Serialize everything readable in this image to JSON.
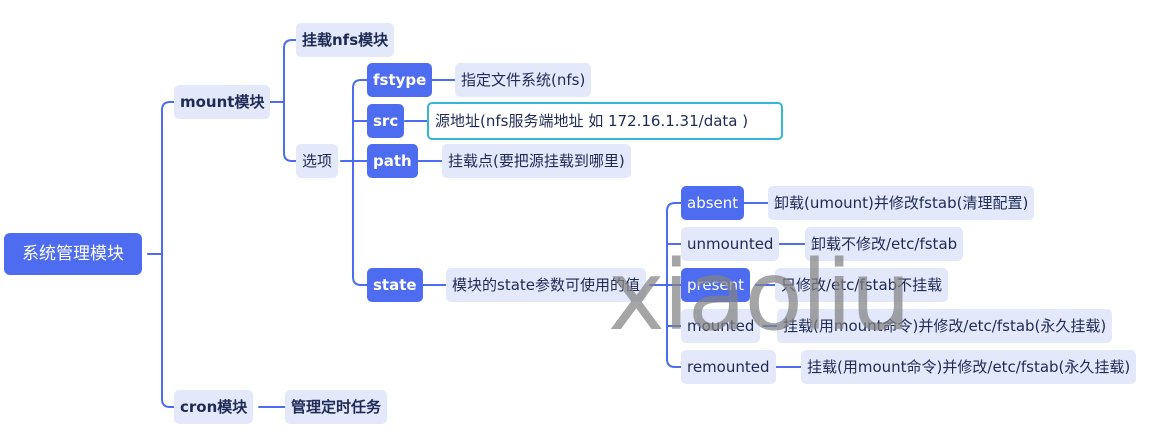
{
  "root": "系统管理模块",
  "mount": {
    "label": "mount模块",
    "nfs": "挂载nfs模块",
    "options": "选项",
    "fstype": {
      "label": "fstype",
      "desc": "指定文件系统(nfs)"
    },
    "src": {
      "label": "src",
      "desc": "源地址(nfs服务端地址  如  172.16.1.31/data )"
    },
    "path": {
      "label": "path",
      "desc": "挂载点(要把源挂载到哪里)"
    },
    "state": {
      "label": "state",
      "desc": "模块的state参数可使用的值",
      "values": [
        {
          "label": "absent",
          "desc": "卸载(umount)并修改fstab(清理配置)"
        },
        {
          "label": "unmounted",
          "desc": "卸载不修改/etc/fstab"
        },
        {
          "label": "present",
          "desc": "只修改/etc/fstab不挂载"
        },
        {
          "label": "mounted",
          "desc": "挂载(用mount命令)并修改/etc/fstab(永久挂载)"
        },
        {
          "label": "remounted",
          "desc": "挂载(用mount命令)并修改/etc/fstab(永久挂载)"
        }
      ]
    }
  },
  "cron": {
    "label": "cron模块",
    "desc": "管理定时任务"
  },
  "watermark": "xiaoliu",
  "colors": {
    "line": "#4d6cf0",
    "node_dark": "#4d6cf0",
    "node_light": "#e3e8fb",
    "selected_border": "#36b6d6"
  }
}
